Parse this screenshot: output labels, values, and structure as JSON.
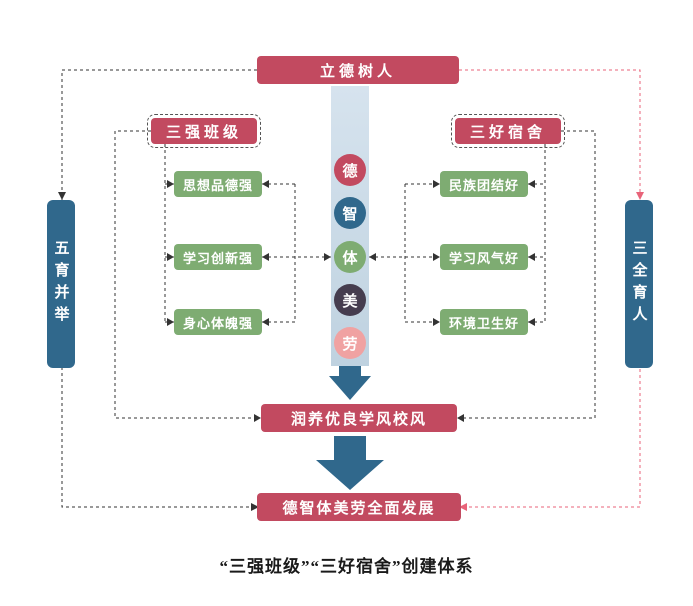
{
  "colors": {
    "crimson": "#c24a60",
    "steel_blue": "#30688c",
    "green": "#7eac72",
    "dark_plum": "#463d4f",
    "pink": "#f0a2a2",
    "band_light": "#d6e3ee",
    "line_black": "#333333",
    "line_red": "#e86379"
  },
  "top_node": {
    "label": "立德树人"
  },
  "left_pillar": {
    "label": "五育并举"
  },
  "right_pillar": {
    "label": "三全育人"
  },
  "left_group": {
    "header": "三强班级",
    "items": [
      {
        "label": "思想品德强"
      },
      {
        "label": "学习创新强"
      },
      {
        "label": "身心体魄强"
      }
    ]
  },
  "right_group": {
    "header": "三好宿舍",
    "items": [
      {
        "label": "民族团结好"
      },
      {
        "label": "学习风气好"
      },
      {
        "label": "环境卫生好"
      }
    ]
  },
  "five_virtues": [
    {
      "label": "德",
      "color": "#c24a60"
    },
    {
      "label": "智",
      "color": "#30688c"
    },
    {
      "label": "体",
      "color": "#7eac72"
    },
    {
      "label": "美",
      "color": "#463d4f"
    },
    {
      "label": "劳",
      "color": "#f0a2a2"
    }
  ],
  "mid_node": {
    "label": "润养优良学风校风"
  },
  "bottom_node": {
    "label": "德智体美劳全面发展"
  },
  "caption": "“三强班级”“三好宿舍”创建体系"
}
